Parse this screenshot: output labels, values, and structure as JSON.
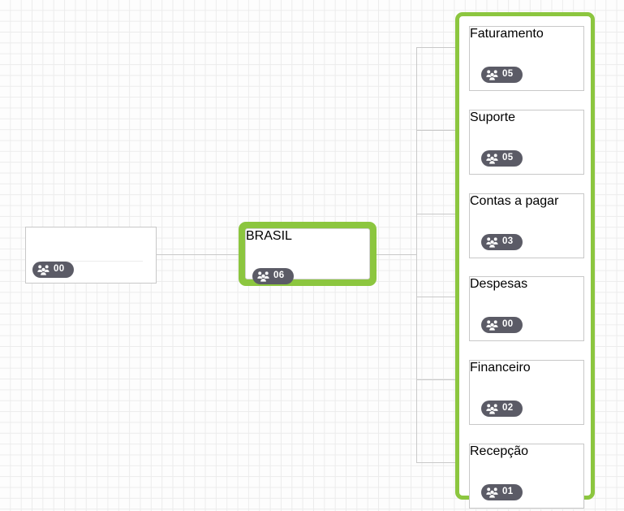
{
  "canvas": {
    "background_color": "#fdfdfd",
    "grid_color": "#ececec",
    "accent_green": "#8cc63f",
    "badge_color": "#5b5b66",
    "text_color": "#4c4c57"
  },
  "root_node": {
    "title": "",
    "badge": {
      "count": "00",
      "icon": "users-group-icon"
    }
  },
  "selected_node": {
    "title": "BRASIL",
    "badge": {
      "count": "06",
      "icon": "users-group-icon"
    },
    "selected": true
  },
  "departments": [
    {
      "title": "Faturamento",
      "badge": {
        "count": "05",
        "icon": "users-group-icon"
      }
    },
    {
      "title": "Suporte",
      "badge": {
        "count": "05",
        "icon": "users-group-icon"
      }
    },
    {
      "title": "Contas a pagar",
      "badge": {
        "count": "03",
        "icon": "users-group-icon"
      }
    },
    {
      "title": "Despesas",
      "badge": {
        "count": "00",
        "icon": "users-group-icon"
      }
    },
    {
      "title": "Financeiro",
      "badge": {
        "count": "02",
        "icon": "users-group-icon"
      }
    },
    {
      "title": "Recepção",
      "badge": {
        "count": "01",
        "icon": "users-group-icon"
      }
    }
  ]
}
